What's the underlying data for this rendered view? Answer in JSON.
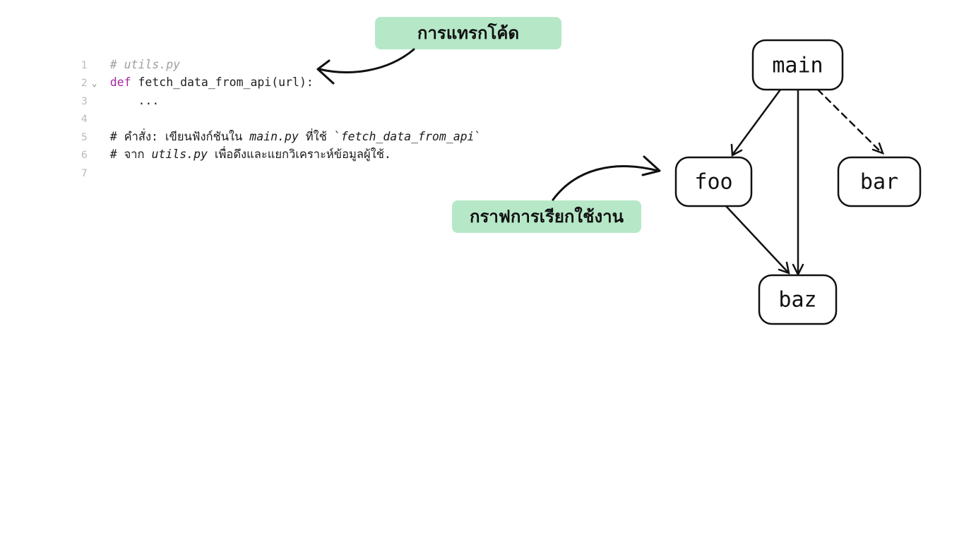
{
  "code": {
    "lines": [
      {
        "num": "1",
        "comment": "# utils.py"
      },
      {
        "num": "2",
        "fold_icon": "⌄",
        "keyword": "def",
        "text": " fetch_data_from_api(url):"
      },
      {
        "num": "3",
        "text": "    ..."
      },
      {
        "num": "4"
      },
      {
        "num": "5",
        "c1": "# คำสั่ง: เขียนฟังก์ชันใน ",
        "c2": "main.py",
        "c3": " ที่ใช้ `",
        "c4": "fetch_data_from_api",
        "c5": "`"
      },
      {
        "num": "6",
        "c1": "# จาก ",
        "c2": "utils.py",
        "c3": " เพื่อดึงและแยกวิเคราะห์ข้อมูลผู้ใช้."
      },
      {
        "num": "7"
      }
    ]
  },
  "labels": {
    "code_insert": "การแทรกโค้ด",
    "call_graph": "กราฟการเรียกใช้งาน"
  },
  "graph": {
    "nodes": {
      "main": "main",
      "foo": "foo",
      "bar": "bar",
      "baz": "baz"
    },
    "edges": [
      {
        "from": "main",
        "to": "foo",
        "style": "solid"
      },
      {
        "from": "main",
        "to": "baz",
        "style": "solid"
      },
      {
        "from": "main",
        "to": "bar",
        "style": "dashed"
      },
      {
        "from": "foo",
        "to": "baz",
        "style": "solid"
      }
    ]
  },
  "colors": {
    "label_bg": "#b6e8c8",
    "keyword": "#a626a4",
    "comment_muted": "#a0a0a0"
  }
}
